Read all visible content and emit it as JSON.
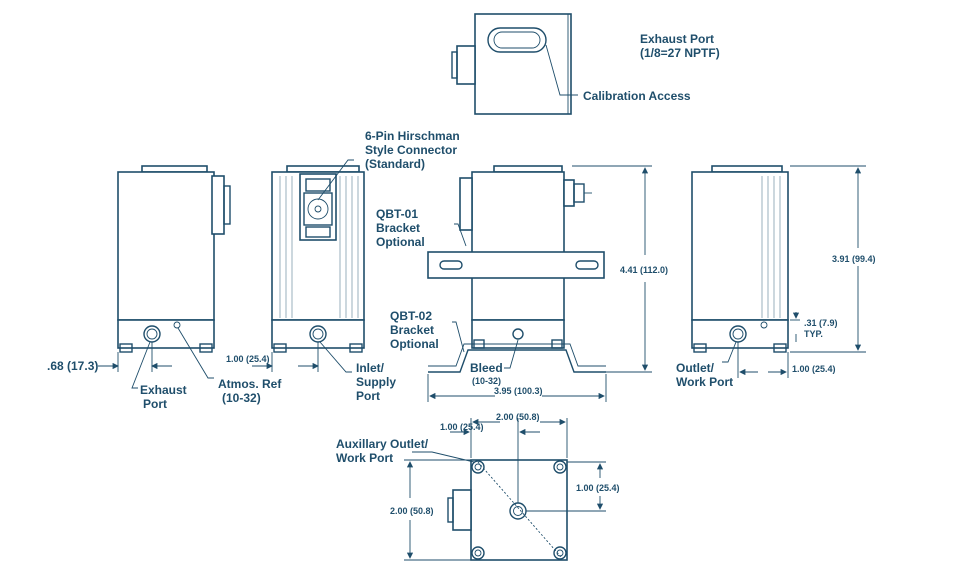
{
  "labels": {
    "exhaust_port_top": "Exhaust Port",
    "exhaust_port_top_spec": "(1/8=27 NPTF)",
    "calibration_access": "Calibration Access",
    "connector_line1": "6-Pin Hirschman",
    "connector_line2": "Style Connector",
    "connector_line3": "(Standard)",
    "qbt01_line1": "QBT-01",
    "qbt01_line2": "Bracket",
    "qbt01_line3": "Optional",
    "qbt02_line1": "QBT-02",
    "qbt02_line2": "Bracket",
    "qbt02_line3": "Optional",
    "exhaust_port_line1": "Exhaust",
    "exhaust_port_line2": "Port",
    "atmos_ref_line1": "Atmos. Ref",
    "atmos_ref_line2": "(10-32)",
    "inlet_line1": "Inlet/",
    "inlet_line2": "Supply",
    "inlet_line3": "Port",
    "bleed_line1": "Bleed",
    "bleed_line2": "(10-32)",
    "outlet_line1": "Outlet/",
    "outlet_line2": "Work Port",
    "aux_line1": "Auxillary Outlet/",
    "aux_line2": "Work Port"
  },
  "dimensions": {
    "d_068": ".68 (17.3)",
    "d_100_side": "1.00 (25.4)",
    "d_441": "4.41 (112.0)",
    "d_395": "3.95 (100.3)",
    "d_391": "3.91 (99.4)",
    "d_031": ".31 (7.9)",
    "d_typ": "TYP.",
    "d_100_right": "1.00 (25.4)",
    "d_100_bottom_top": "1.00 (25.4)",
    "d_200_bottom_top": "2.00 (50.8)",
    "d_100_bottom_right": "1.00 (25.4)",
    "d_200_bottom_left": "2.00 (50.8)"
  }
}
